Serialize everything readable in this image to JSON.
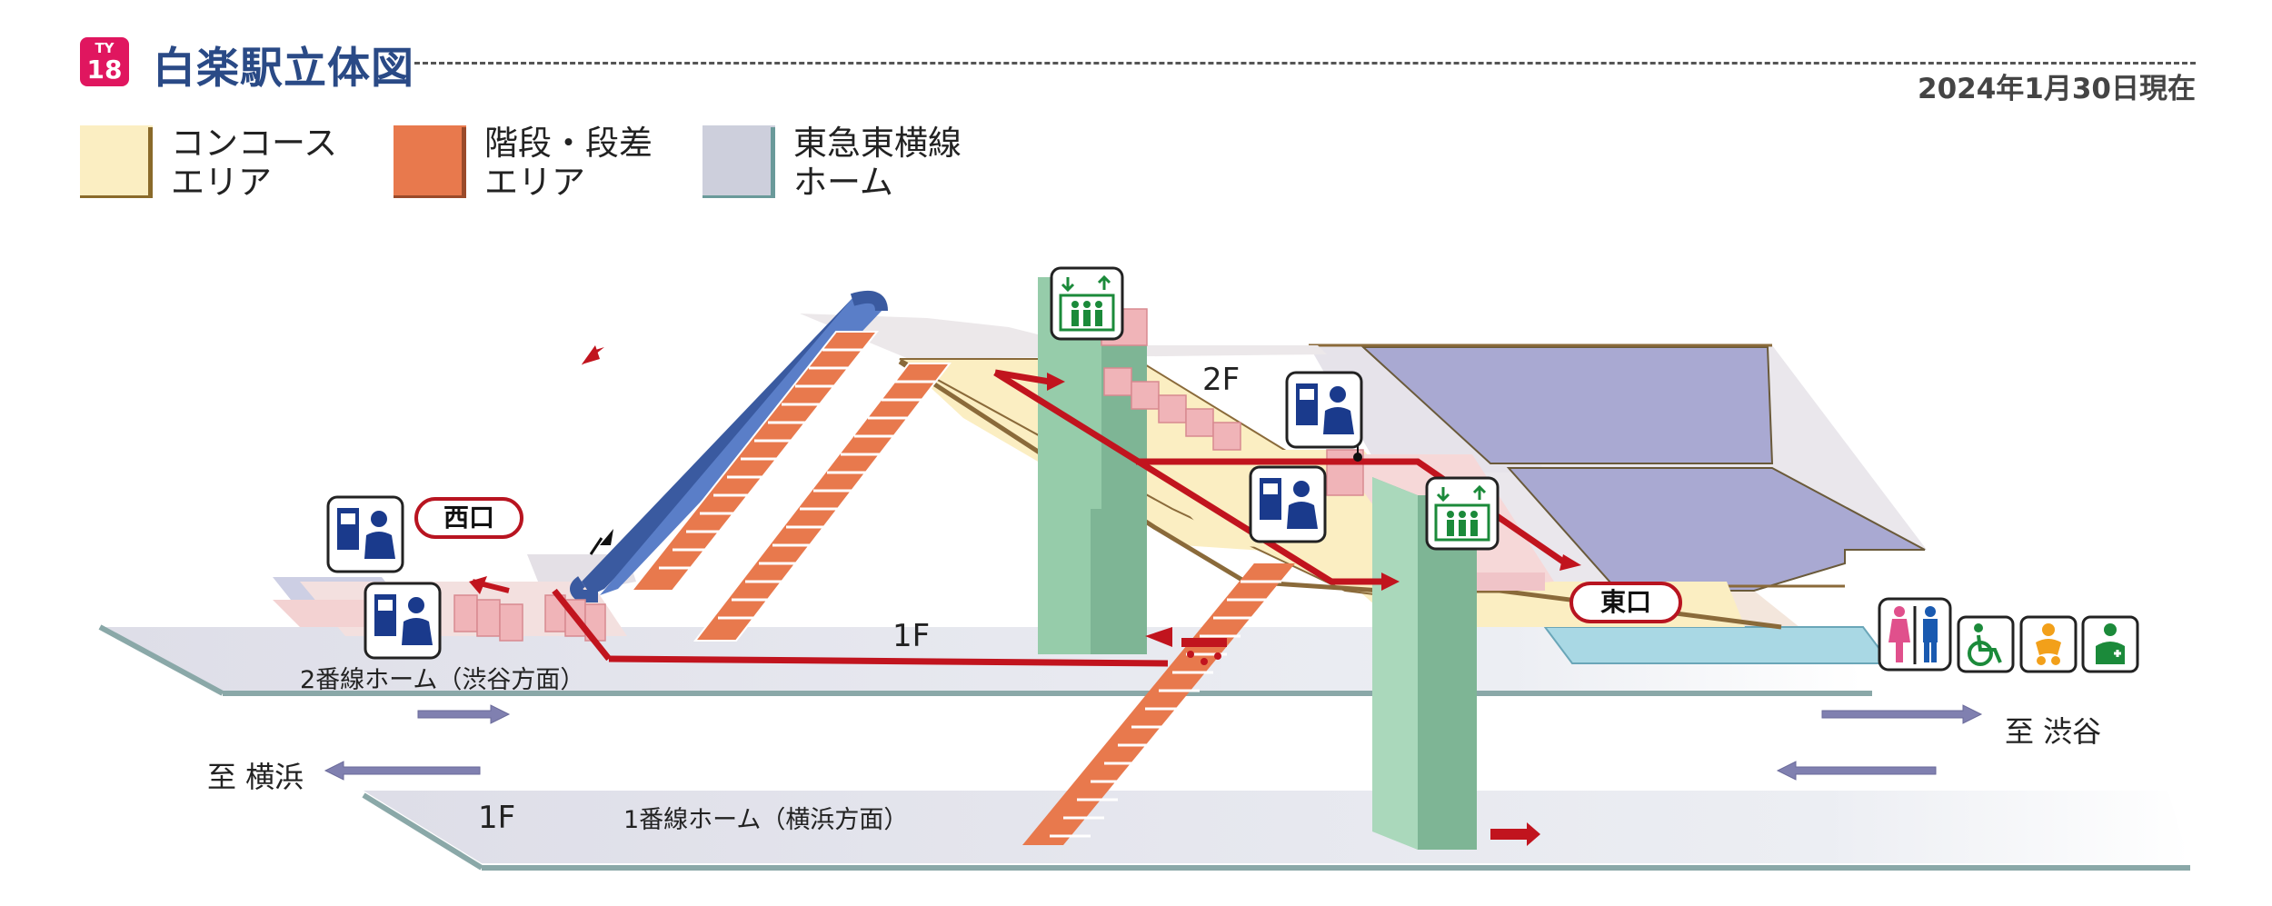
{
  "header": {
    "badge_line_1": "TY",
    "badge_line_2": "18",
    "title": "白楽駅立体図",
    "as_of": "2024年1月30日現在"
  },
  "legend": [
    {
      "label": "コンコース\nエリア",
      "color": "#fbeec2"
    },
    {
      "label": "階段・段差\nエリア",
      "color": "#e8794d"
    },
    {
      "label": "東急東横線\nホーム",
      "color": "#cdcfdc"
    }
  ],
  "diagram": {
    "floor_2f": "2F",
    "floor_1f_upper": "1F",
    "floor_1f_lower": "1F",
    "platform_2": "2番線ホーム（渋谷方面）",
    "platform_1": "1番線ホーム（横浜方面）",
    "direction_shibuya": "至 渋谷",
    "direction_yokohama": "至 横浜",
    "exit_west": "西口",
    "exit_east": "東口"
  },
  "icons": [
    "ticket-machine-staff-icon",
    "elevator-icon",
    "restroom-icon",
    "wheelchair-icon",
    "baby-care-icon",
    "first-aid-icon"
  ],
  "colors": {
    "brand": "#e0165f",
    "title": "#2a4a86",
    "route": "#c1141e",
    "concourse": "#fbeec2",
    "stairs": "#e8794d",
    "platform": "#cdcfdc",
    "elevator": "#96ccaa",
    "facility_blue": "#1a3a8c"
  }
}
